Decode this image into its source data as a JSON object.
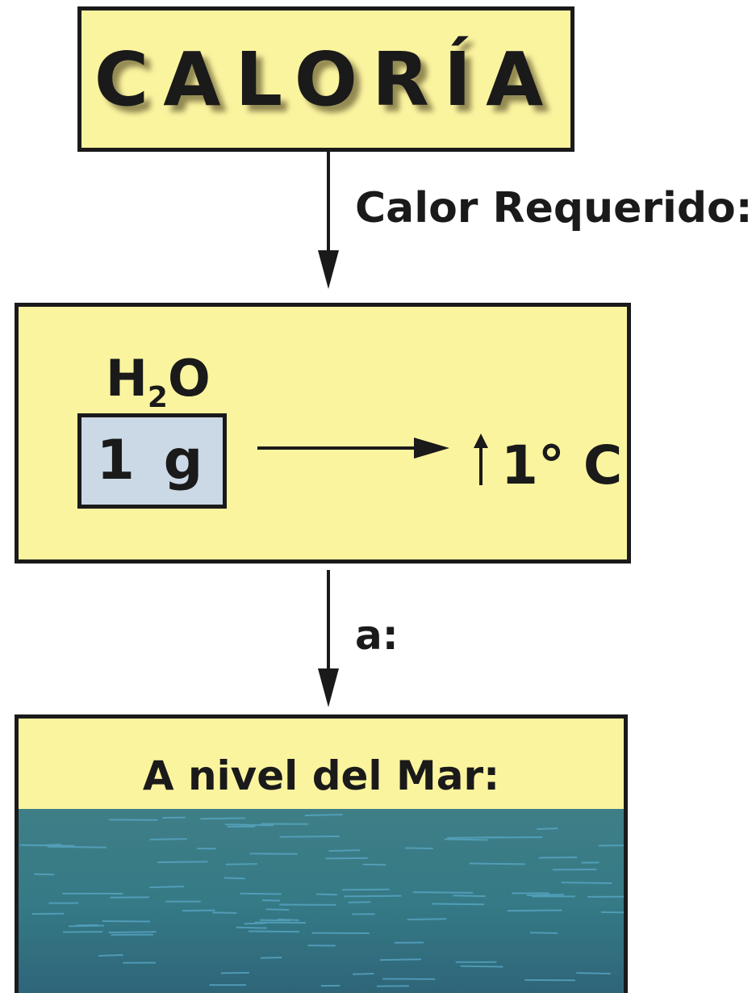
{
  "title": "CALORÍA",
  "step1_label": "Calor Requerido:",
  "substance": {
    "base": "H",
    "subscript": "2",
    "tail": "O"
  },
  "mass": "1 g",
  "temperature": "1° C",
  "step2_label": "a:",
  "condition": "A nivel del Mar:",
  "colors": {
    "box_fill": "#fbf49f",
    "mass_fill": "#cbd9e6",
    "sea_top": "#3f7e87",
    "sea_bottom": "#2e6478",
    "wave": "#5aa9c8",
    "ink": "#1a1a1a"
  }
}
